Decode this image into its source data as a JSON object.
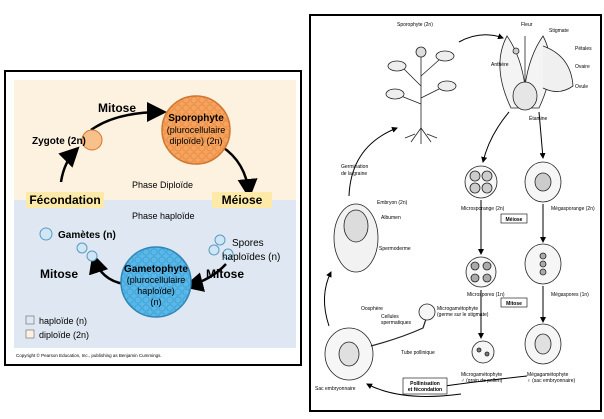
{
  "left": {
    "mitose_top": "Mitose",
    "sporophyte_title": "Sporophyte",
    "sporophyte_line1": "(plurocellulaire",
    "sporophyte_line2": "diploïde) (2n)",
    "zygote": "Zygote (2n)",
    "fecondation": "Fécondation",
    "meiose": "Méiose",
    "phase_diploide": "Phase Diploïde",
    "phase_haploide": "Phase haploïde",
    "gametes": "Gamètes (n)",
    "spores_line1": "Spores",
    "spores_line2": "haploïdes (n)",
    "mitose_left": "Mitose",
    "mitose_right": "Mitose",
    "gametophyte_title": "Gametophyte",
    "gametophyte_line1": "(plurocellulaire",
    "gametophyte_line2": "haploïde)",
    "gametophyte_line3": "(n)",
    "legend_haploid": "haploïde (n)",
    "legend_diploid": "diploïde (2n)",
    "copyright": "Copyright © Pearson Education, Inc., publishing as Benjamin Cummings.",
    "colors": {
      "diploid_bg": "#fdf2e0",
      "haploid_bg": "#dfe8f2",
      "sporophyte": "#f6a35f",
      "gametophyte": "#5ab8e8",
      "label_box": "#fde9a8"
    }
  },
  "right": {
    "sporophyte": "Sporophyte (2n)",
    "fleur": "Fleur",
    "stigmate": "Stigmate",
    "petales": "Pétales",
    "anthere": "Anthère",
    "ovaire": "Ovaire",
    "ovule": "Ovule",
    "etamine": "Étamine",
    "germination_1": "Germination",
    "germination_2": "de la graine",
    "embryon": "Embryon (2n)",
    "albumen": "Albumen",
    "spermoderme": "Spermoderme",
    "microsporange": "Microsporange (2n)",
    "megasporange": "Mégasporange (2n)",
    "meiose": "Méiose",
    "microspores": "Microspores (1n)",
    "megaspores": "Mégaspores (1n)",
    "mitose": "Mitose",
    "oosphere": "Oosphère",
    "cellules_1": "Cellules",
    "cellules_2": "spermatiques",
    "microgameto_1": "Microgamétophyte",
    "microgameto_2": "(germe sur le stigmate)",
    "tube": "Tube pollinique",
    "sac": "Sac embryonnaire",
    "pollinisation_1": "Pollinisation",
    "pollinisation_2": "et fécondation",
    "microgameto_b1": "Microgamétophyte",
    "microgameto_b2": "♂ (grain de pollen)",
    "megagameto_b1": "Mégagamétophyte",
    "megagameto_b2": "♀ (sac embryonnaire)"
  }
}
